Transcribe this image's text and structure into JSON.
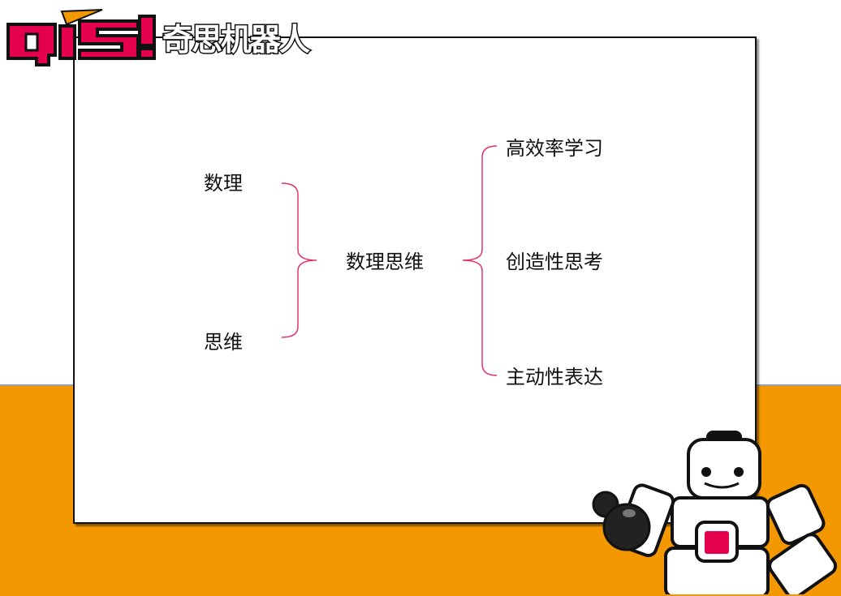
{
  "logo": {
    "mark": "QiS!",
    "name": "奇思机器人"
  },
  "diagram": {
    "left_items": [
      "数理",
      "思维"
    ],
    "center": "数理思维",
    "right_items": [
      "高效率学习",
      "创造性思考",
      "主动性表达"
    ]
  },
  "colors": {
    "brace": "#e0336b",
    "accent": "#f39800",
    "logo_red": "#e5004f"
  }
}
